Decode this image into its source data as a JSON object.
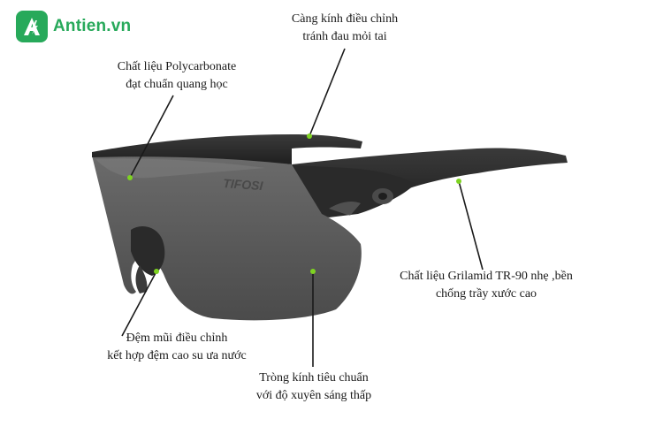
{
  "brand": {
    "name": "Antien.vn",
    "color": "#27a95a",
    "icon": "lightning-a-icon"
  },
  "product": {
    "lens_brand_mark": "TIFOSI"
  },
  "callouts": {
    "temple": {
      "line1": "Càng kính điều chỉnh",
      "line2": "tránh đau mỏi tai"
    },
    "material": {
      "line1": "Chất liệu Polycarbonate",
      "line2": "đạt chuẩn quang học"
    },
    "frame": {
      "line1": "Chất liệu Grilamid TR-90 nhẹ ,bền",
      "line2": "chống trầy xước cao"
    },
    "nose": {
      "line1": "Đệm mũi điều chỉnh",
      "line2": "kết hợp đệm cao su ưa nước"
    },
    "lens": {
      "line1": "Tròng kính tiêu chuẩn",
      "line2": "với độ xuyên sáng thấp"
    }
  },
  "colors": {
    "marker": "#7ed321",
    "leader": "#1a1a1a",
    "frame": "#2b2b2b",
    "lens": "#5a5a5a"
  }
}
